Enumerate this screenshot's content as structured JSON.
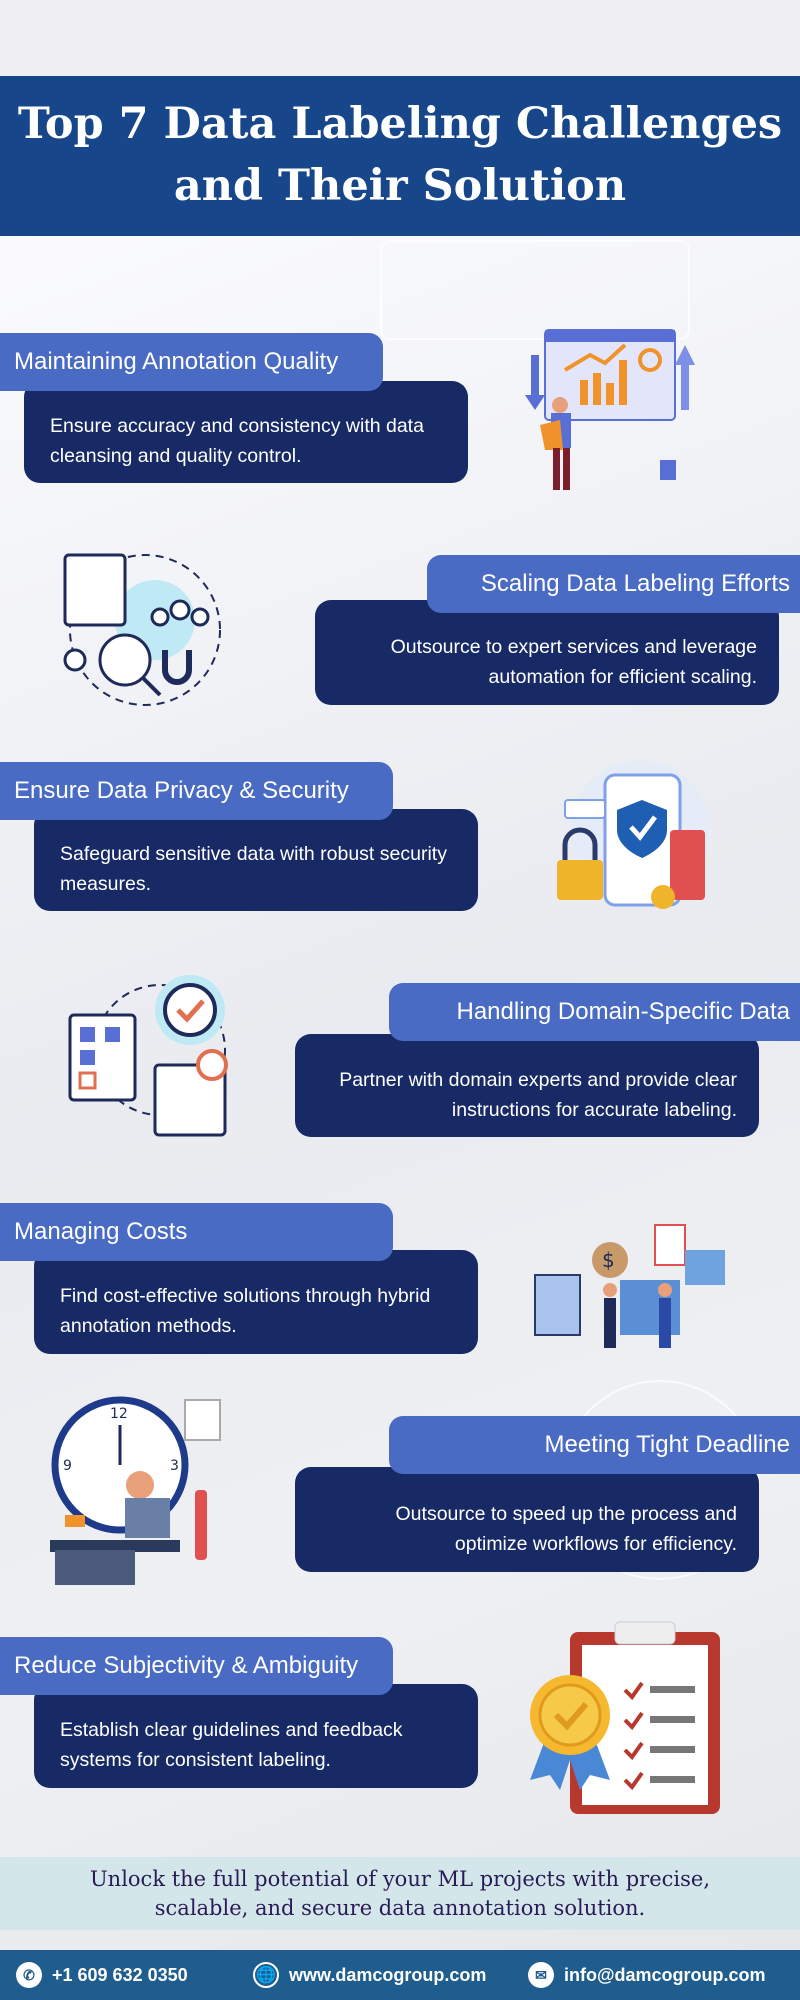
{
  "title": {
    "line1": "Top 7 Data Labeling Challenges",
    "line2": "and Their Solution"
  },
  "challenges": [
    {
      "heading": "Maintaining Annotation Quality",
      "solution": "Ensure accuracy and consistency with data cleansing and quality control.",
      "icon": "analytics-person-illustration"
    },
    {
      "heading": "Scaling Data Labeling Efforts",
      "solution": "Outsource to expert services and leverage automation for efficient scaling.",
      "icon": "scaling-team-icon"
    },
    {
      "heading": "Ensure Data Privacy & Security",
      "solution": "Safeguard sensitive data with robust security measures.",
      "icon": "phone-shield-lock-illustration"
    },
    {
      "heading": "Handling Domain-Specific Data",
      "solution": "Partner with domain experts and provide clear instructions for accurate labeling.",
      "icon": "checklist-gear-target-icon"
    },
    {
      "heading": "Managing Costs",
      "solution": "Find cost-effective solutions through hybrid annotation methods.",
      "icon": "cost-handshake-illustration"
    },
    {
      "heading": "Meeting Tight Deadline",
      "solution": "Outsource to speed up the process and optimize workflows for efficiency.",
      "icon": "clock-worker-illustration"
    },
    {
      "heading": "Reduce Subjectivity & Ambiguity",
      "solution": "Establish clear guidelines and feedback systems for consistent labeling.",
      "icon": "clipboard-badge-illustration"
    }
  ],
  "cta": {
    "line1": "Unlock the full potential of your ML projects with precise,",
    "line2": "scalable, and secure data annotation solution."
  },
  "footer": {
    "phone": "+1 609 632 0350",
    "website": "www.damcogroup.com",
    "email": "info@damcogroup.com"
  },
  "colors": {
    "title_band": "#17468a",
    "heading": "#4a6bc3",
    "body": "#172a66",
    "cta_band": "#d3e7ea",
    "footer": "#1f5d8e",
    "accent_orange": "#f0932b"
  }
}
